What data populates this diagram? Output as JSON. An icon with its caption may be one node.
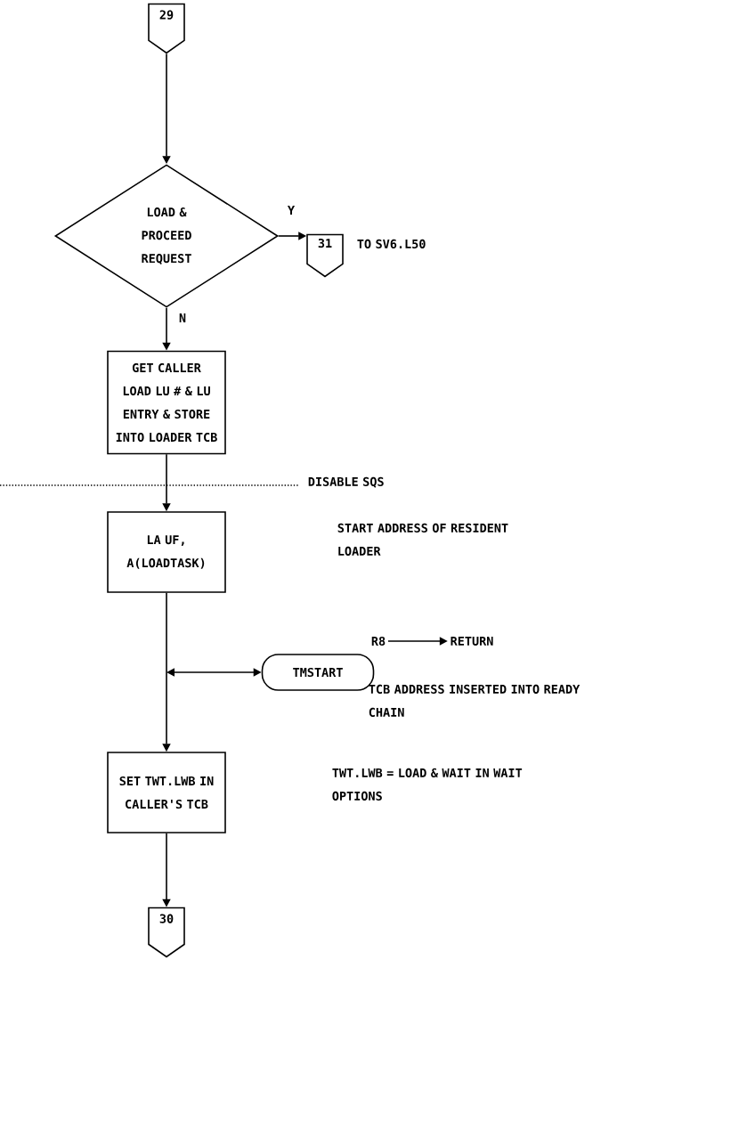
{
  "diagram": {
    "nodes": [
      {
        "text": [
          "29"
        ]
      },
      {
        "text": [
          "LOAD & PROCEED REQUEST"
        ]
      },
      {
        "text": [
          "31"
        ],
        "beside": [
          "TO SV6.L50"
        ]
      },
      {
        "text": [
          "GET CALLER LOAD LU # & LU ENTRY & STORE INTO LOADER TCB"
        ]
      },
      {
        "text": [
          "LA UF, A(LOADTASK)"
        ]
      },
      {
        "text": [
          "TMSTART"
        ]
      },
      {
        "text": [
          "SET TWT.LWB IN CALLER'S TCB"
        ]
      },
      {
        "text": [
          "30"
        ]
      },
      {
        "text": [
          "R8"
        ]
      },
      {
        "text": [
          "RETURN"
        ]
      }
    ],
    "edges": [
      {
        "from": 0,
        "to": 1,
        "arrow": "to"
      },
      {
        "from": 1,
        "to": 2,
        "arrow": "to",
        "label": "Y"
      },
      {
        "from": 1,
        "to": 3,
        "arrow": "to",
        "label": "N"
      },
      {
        "from": 3,
        "to": 4,
        "arrow": "to"
      },
      {
        "from": 4,
        "to": 6,
        "arrow": "to"
      },
      {
        "from": null,
        "to": 5,
        "arrow": "both"
      },
      {
        "from": 6,
        "to": 7,
        "arrow": "to"
      },
      {
        "from": 8,
        "to": 9,
        "arrow": "to"
      }
    ],
    "labels": [
      "DISABLE SQS",
      "START ADDRESS OF RESIDENT LOADER",
      "TCB ADDRESS INSERTED INTO READY CHAIN",
      "TWT.LWB = LOAD & WAIT IN WAIT OPTIONS"
    ]
  }
}
